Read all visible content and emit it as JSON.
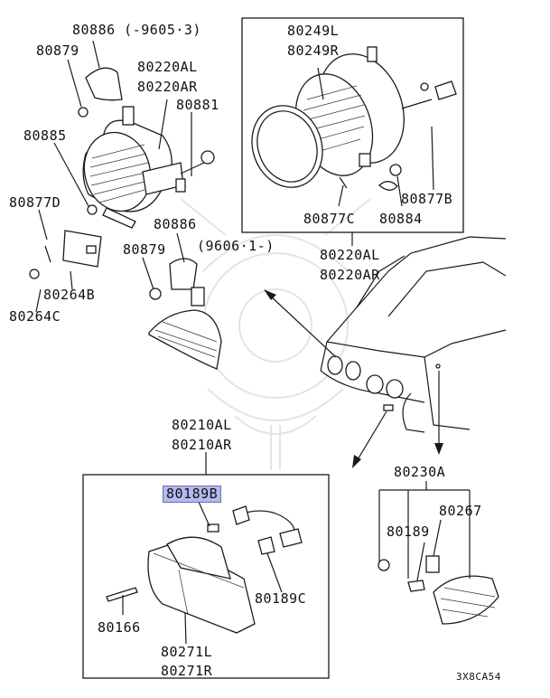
{
  "labels": {
    "p80886_top": "80886 (-9605·3)",
    "p80879_top": "80879",
    "p80220al_l": "80220AL",
    "p80220ar_l": "80220AR",
    "p80881": "80881",
    "p80885": "80885",
    "p80877d": "80877D",
    "p80264b": "80264B",
    "p80264c": "80264C",
    "p80886_mid": "80886",
    "p80879_mid": "80879",
    "date_9606": "(9606·1-)",
    "p80249l": "80249L",
    "p80249r": "80249R",
    "p80877b": "80877B",
    "p80877c": "80877C",
    "p80884": "80884",
    "p80220al_r": "80220AL",
    "p80220ar_r": "80220AR",
    "p80210al": "80210AL",
    "p80210ar": "80210AR",
    "p80189b": "80189B",
    "p80189c": "80189C",
    "p80166": "80166",
    "p80271l": "80271L",
    "p80271r": "80271R",
    "p80230a": "80230A",
    "p80189": "80189",
    "p80267": "80267",
    "diagram_code": "3X8CA54"
  },
  "highlight_color": "#b3b8ee"
}
